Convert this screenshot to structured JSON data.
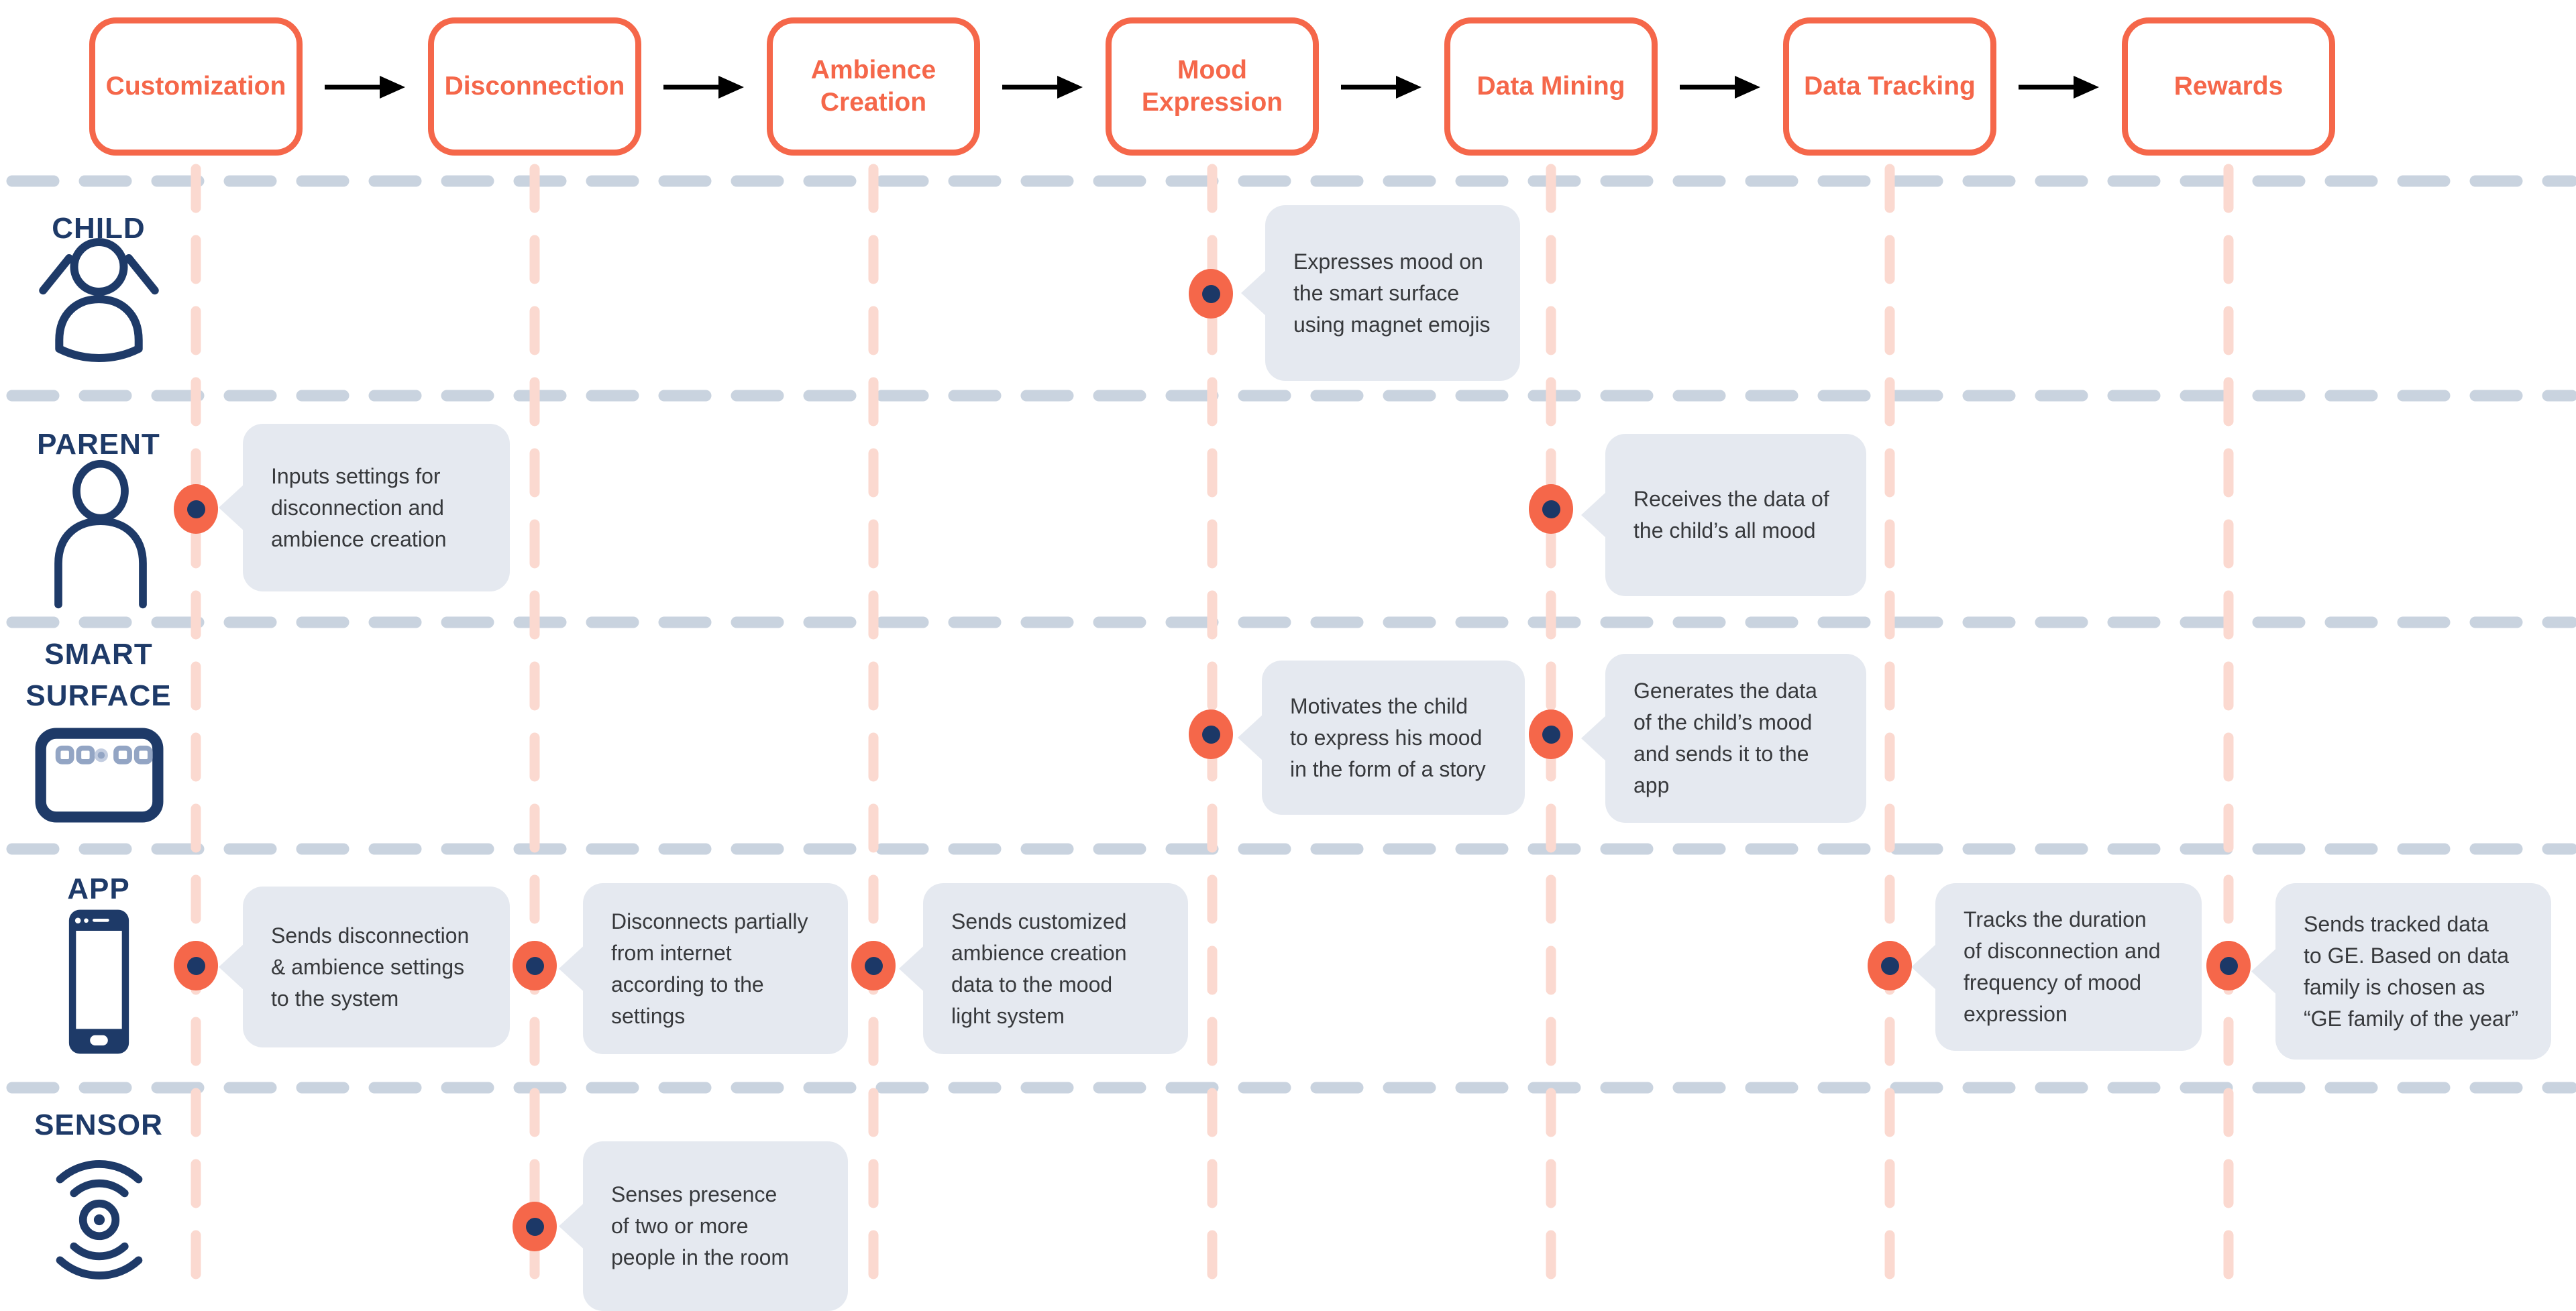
{
  "colors": {
    "accent_orange": "#F5674A",
    "navy": "#1E3A68",
    "bubble_bg": "#E5E9F0",
    "bubble_text": "#37393C",
    "grid_gray_dash": "#C9D3DF",
    "grid_pink_dash": "#FBD9D0",
    "arrow_black": "#000000"
  },
  "stages": [
    {
      "label": "Customization"
    },
    {
      "label": "Disconnection"
    },
    {
      "label": "Ambience Creation"
    },
    {
      "label": "Mood Expression"
    },
    {
      "label": "Data Mining"
    },
    {
      "label": "Data Tracking"
    },
    {
      "label": "Rewards"
    }
  ],
  "actors": [
    {
      "label": "CHILD",
      "icon": "child-icon"
    },
    {
      "label": "PARENT",
      "icon": "parent-icon"
    },
    {
      "label": "SMART SURFACE",
      "icon": "smart-surface-icon"
    },
    {
      "label": "APP",
      "icon": "smartphone-icon"
    },
    {
      "label": "SENSOR",
      "icon": "sensor-icon"
    }
  ],
  "events": [
    {
      "actor": "CHILD",
      "stage": "Mood Expression",
      "text": "Expresses mood on\nthe smart surface\nusing magnet emojis"
    },
    {
      "actor": "PARENT",
      "stage": "Customization",
      "text": "Inputs settings for\ndisconnection and\nambience creation"
    },
    {
      "actor": "PARENT",
      "stage": "Data Mining",
      "text": "Receives the data of\nthe child’s all mood"
    },
    {
      "actor": "SMART SURFACE",
      "stage": "Mood Expression",
      "text": "Motivates the child\nto express his mood\nin the form of a story"
    },
    {
      "actor": "SMART SURFACE",
      "stage": "Data Mining",
      "text": "Generates the data\nof the child’s mood\nand sends it to the\napp"
    },
    {
      "actor": "APP",
      "stage": "Customization",
      "text": "Sends disconnection\n& ambience settings\nto the system"
    },
    {
      "actor": "APP",
      "stage": "Disconnection",
      "text": "Disconnects partially\nfrom internet\naccording to the\nsettings"
    },
    {
      "actor": "APP",
      "stage": "Ambience Creation",
      "text": "Sends customized\nambience creation\ndata to the  mood\nlight system"
    },
    {
      "actor": "APP",
      "stage": "Data Tracking",
      "text": "Tracks the duration\nof disconnection and\nfrequency of mood\nexpression"
    },
    {
      "actor": "APP",
      "stage": "Rewards",
      "text": "Sends tracked data\nto GE.  Based on data\nfamily is chosen as\n“GE family of the year”"
    },
    {
      "actor": "SENSOR",
      "stage": "Disconnection",
      "text": "Senses presence\nof two or more\npeople in the room"
    }
  ]
}
